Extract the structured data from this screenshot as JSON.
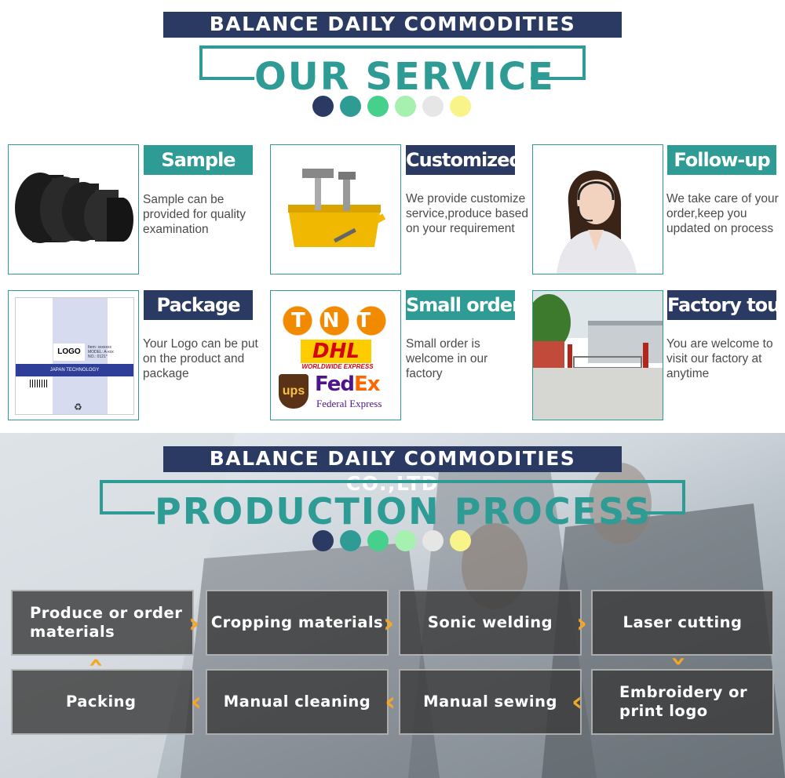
{
  "company_name": "BALANCE DAILY COMMODITIES CO.,LTD",
  "service_section": {
    "title": "OUR SERVICE",
    "dot_colors": [
      "#2b3a62",
      "#2e9b95",
      "#45d18b",
      "#a6f0b0",
      "#e6e6e6",
      "#f8f48a"
    ],
    "items": [
      {
        "tag": "Sample",
        "desc": "Sample can be provided for quality examination",
        "image": "black hook and loop tape rolls"
      },
      {
        "tag": "Customized",
        "desc": "We provide customize service,produce based on your requirement",
        "image": "toolbox"
      },
      {
        "tag": "Follow-up",
        "desc": "We take care of your order,keep you updated on process",
        "image": "customer service agent"
      },
      {
        "tag": "Package",
        "desc": "Your Logo can be put on the product and package",
        "image": "package box"
      },
      {
        "tag": "Small order",
        "desc": "Small order is welcome in our factory",
        "image": "courier logos"
      },
      {
        "tag": "Factory tour",
        "desc": "You are welcome to visit our factory at anytime",
        "image": "factory gate"
      }
    ],
    "package_box": {
      "logo_text": "LOGO",
      "label_lines": "Item: xxxxxxx\nMODEL: A-xxx\nNO.: 0121°",
      "band_text": "JAPAN TECHNOLOGY"
    },
    "couriers": {
      "tnt": "TNT",
      "dhl": "DHL",
      "dhl_sub": "WORLDWIDE EXPRESS",
      "ups": "ups",
      "fedex_fed": "Fed",
      "fedex_ex": "Ex",
      "fedex_sub": "Federal Express"
    }
  },
  "process_section": {
    "title": "PRODUCTION PROCESS",
    "dot_colors": [
      "#2b3a62",
      "#2e9b95",
      "#45d18b",
      "#a6f0b0",
      "#e6e6e6",
      "#f8f48a"
    ],
    "steps": [
      "Produce or order materials",
      "Cropping materials",
      "Sonic welding",
      "Laser cutting",
      "Embroidery or print logo",
      "Manual sewing",
      "Manual cleaning",
      "Packing"
    ],
    "arrow_color": "#f5a623"
  }
}
